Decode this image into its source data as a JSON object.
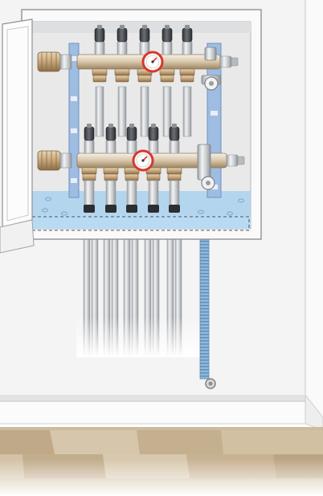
{
  "scene": {
    "subject": "underfloor-heating-manifold-cabinet",
    "manifolds": [
      {
        "name": "supply-manifold",
        "outlets": 5,
        "gauge_icon": "pressure-gauge-icon"
      },
      {
        "name": "return-manifold",
        "outlets": 5,
        "gauge_icon": "pressure-gauge-icon"
      }
    ],
    "pipe_count": 10,
    "drain_hose": true,
    "colors": {
      "wall": "#f3f3f3",
      "cabinet_back": "#ebebeb",
      "water": "#a9d2ef",
      "bracket": "#9fbde2",
      "brass": "#cdb088",
      "chrome": "#cfd1d4",
      "valve_cap": "#4a4d52",
      "gauge_red": "#d9372d",
      "floor": "#cdbb9e",
      "hose": "#8fb8da"
    }
  }
}
